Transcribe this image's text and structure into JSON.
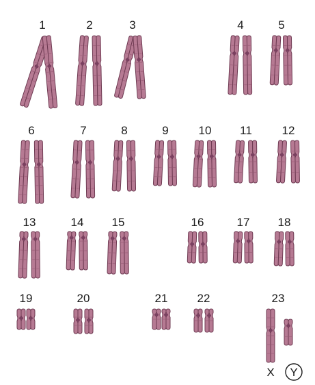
{
  "chromosomes": [
    {
      "label": "1"
    },
    {
      "label": "2"
    },
    {
      "label": "3"
    },
    {
      "label": "4"
    },
    {
      "label": "5"
    },
    {
      "label": "6"
    },
    {
      "label": "7"
    },
    {
      "label": "8"
    },
    {
      "label": "9"
    },
    {
      "label": "10"
    },
    {
      "label": "11"
    },
    {
      "label": "12"
    },
    {
      "label": "13"
    },
    {
      "label": "14"
    },
    {
      "label": "15"
    },
    {
      "label": "16"
    },
    {
      "label": "17"
    },
    {
      "label": "18"
    },
    {
      "label": "19"
    },
    {
      "label": "20"
    },
    {
      "label": "21"
    },
    {
      "label": "22"
    },
    {
      "label": "23"
    }
  ],
  "sex_chromosomes": {
    "x": "X",
    "y": "Y"
  },
  "colors": {
    "chromosome_fill": "#b67a93",
    "chromosome_outline": "#6e3a52",
    "label_text": "#1a1a1a",
    "background": "#ffffff"
  }
}
